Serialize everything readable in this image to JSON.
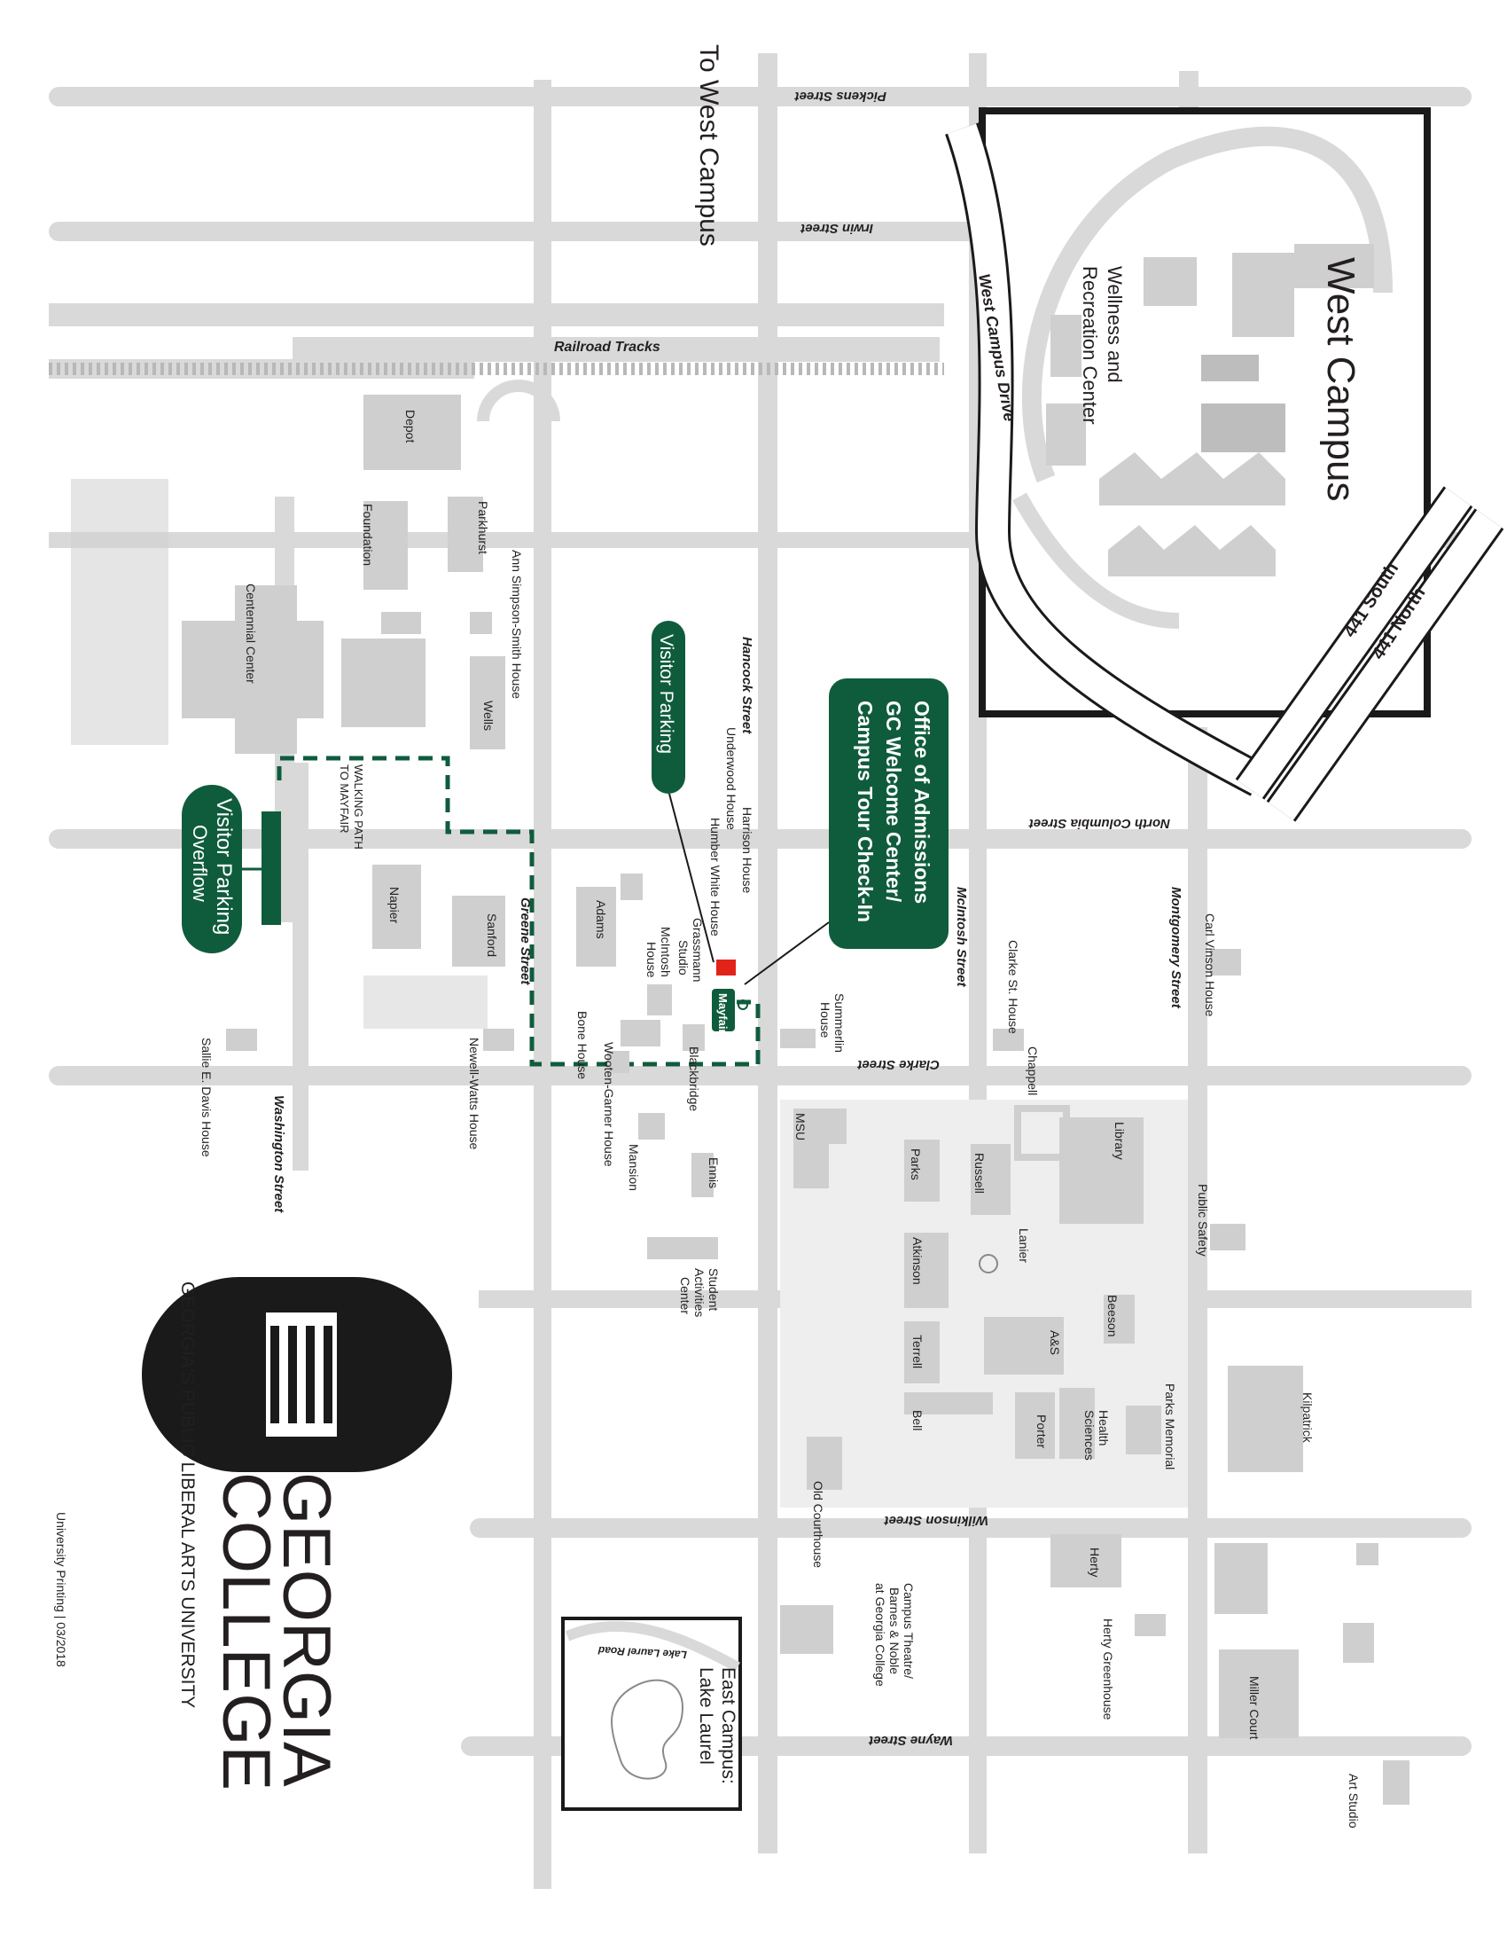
{
  "campus_labels": {
    "west_campus": "West Campus",
    "to_west_campus": "To West Campus",
    "east_campus": "East Campus:",
    "lake_laurel": "Lake Laurel",
    "wellness_line1": "Wellness and",
    "wellness_line2": "Recreation Center"
  },
  "streets": {
    "pickens": "Pickens Street",
    "irwin": "Irwin Street",
    "railroad": "Railroad Tracks",
    "north_columbia": "North Columbia Street",
    "clarke": "Clarke Street",
    "wilkinson": "Wilkinson Street",
    "wayne": "Wayne Street",
    "hancock": "Hancock Street",
    "mcintosh": "McIntosh Street",
    "montgomery": "Montgomery Street",
    "greene": "Greene Street",
    "washington": "Washington Street",
    "west_campus_drive": "West Campus Drive",
    "hwy_441_north": "441 North",
    "hwy_441_south": "441 South",
    "lake_laurel_road": "Lake Laurel Road"
  },
  "callouts": {
    "admissions_line1": "Office of Admissions",
    "admissions_line2": "GC Welcome Center/",
    "admissions_line3": "Campus Tour Check-In",
    "visitor_parking": "Visitor Parking",
    "overflow_line1": "Visitor Parking",
    "overflow_line2": "Overflow",
    "mayfair": "Mayfair",
    "walking_path_line1": "WALKING PATH",
    "walking_path_line2": "TO MAYFAIR"
  },
  "buildings": {
    "depot": "Depot",
    "foundation": "Foundation",
    "parkhurst": "Parkhurst",
    "centennial": "Centennial Center",
    "wells": "Wells",
    "ann_simpson": "Ann Simpson-Smith House",
    "napier": "Napier",
    "sanford": "Sanford",
    "adams": "Adams",
    "harrison": "Harrison House",
    "underwood": "Underwood House",
    "humber_white": "Humber White House",
    "grassmann_1": "Grassmann",
    "grassmann_2": "Studio",
    "mcintosh_house_1": "McIntosh",
    "mcintosh_house_2": "House",
    "summerlin_1": "Summerlin",
    "summerlin_2": "House",
    "carl_vinson": "Carl Vinson House",
    "clarke_st_house": "Clarke St. House",
    "chappell": "Chappell",
    "library": "Library",
    "public_safety": "Public Safety",
    "russell": "Russell",
    "parks": "Parks",
    "msu": "MSU",
    "lanier": "Lanier",
    "atkinson": "Atkinson",
    "beeson": "Beeson",
    "as": "A&S",
    "terrell": "Terrell",
    "kilpatrick": "Kilpatrick",
    "parks_memorial": "Parks Memorial",
    "health_sciences_1": "Health",
    "health_sciences_2": "Sciences",
    "porter": "Porter",
    "bell": "Bell",
    "old_courthouse": "Old Courthouse",
    "herty": "Herty",
    "herty_greenhouse": "Herty Greenhouse",
    "campus_theatre_1": "Campus Theatre/",
    "campus_theatre_2": "Barnes & Noble",
    "campus_theatre_3": "at Georgia College",
    "miller_court": "Miller Court",
    "art_studio": "Art Studio",
    "ennis": "Ennis",
    "student_activities_1": "Student",
    "student_activities_2": "Activities",
    "student_activities_3": "Center",
    "mansion": "Mansion",
    "blackbridge": "Blackbridge",
    "wooten_garner": "Wooten-Garner House",
    "bone_house": "Bone House",
    "newell_watts": "Newell-Watts House",
    "sallie_davis": "Sallie E. Davis House"
  },
  "branding": {
    "logo_word1": "GEORGIA",
    "logo_word2": "COLLEGE",
    "tagline": "GEORGIA'S PUBLIC LIBERAL ARTS UNIVERSITY",
    "printing": "University Printing  |  03/2018"
  },
  "colors": {
    "brand_green": "#0f5c3d",
    "marker_red": "#e2231a",
    "road_gray": "#d9d9d9",
    "building_gray": "#cfcfcf"
  }
}
